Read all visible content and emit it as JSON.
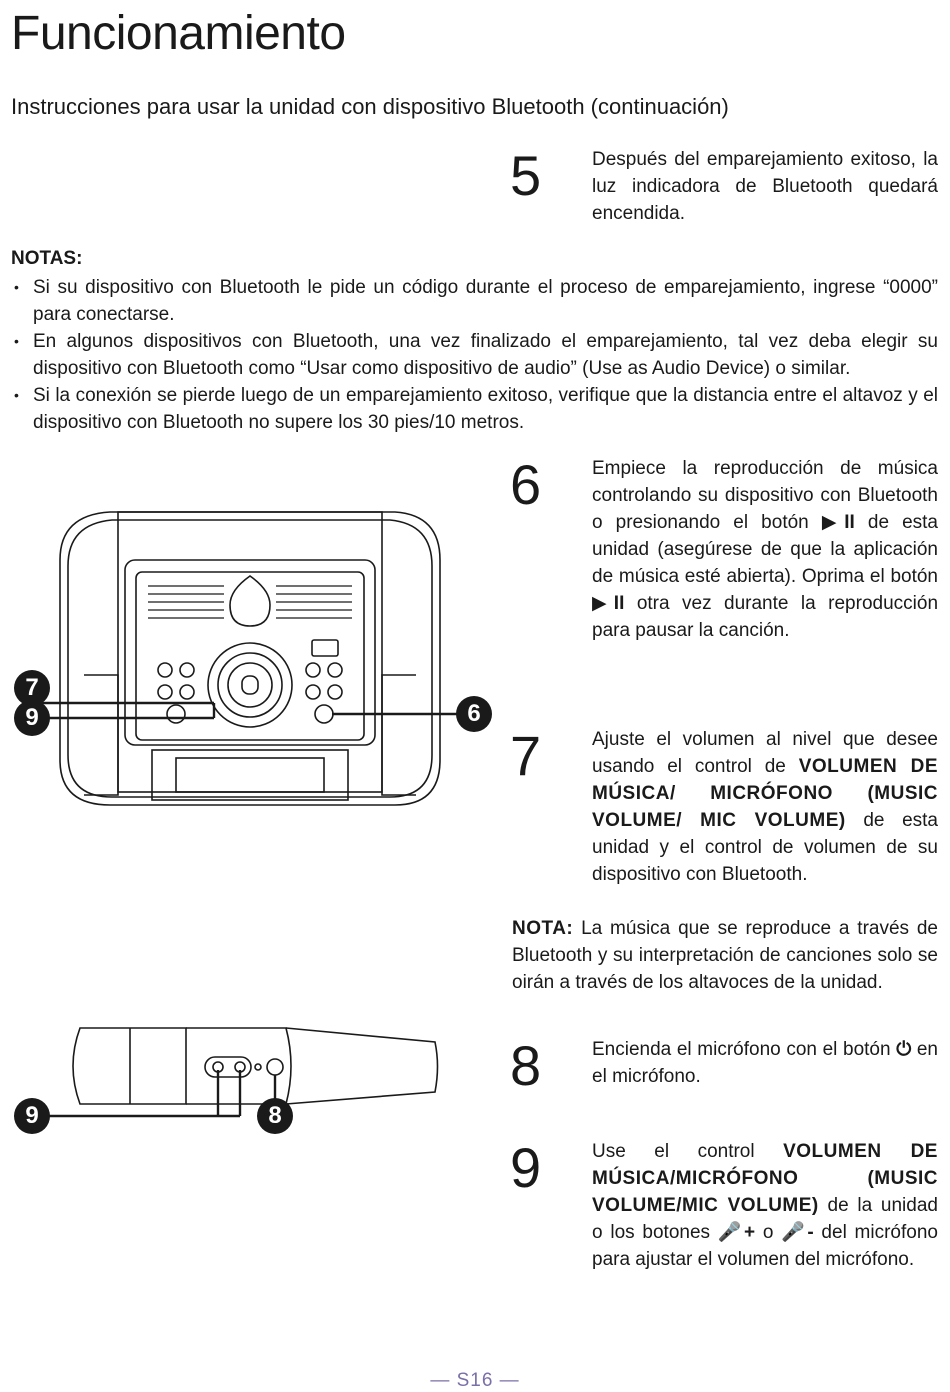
{
  "page": {
    "title": "Funcionamiento",
    "subtitle": "Instrucciones para usar la unidad con dispositivo Bluetooth (continuación)",
    "footer": "— S16 —"
  },
  "steps": {
    "s5": {
      "num": "5",
      "text": "Después del emparejamiento exitoso, la luz indicadora de Bluetooth quedará encendida."
    },
    "s6": {
      "num": "6",
      "t1": "Empiece la reproducción de música controlando su dispositivo con Bluetooth o presionando el botón ",
      "t2": " de esta unidad (asegúrese de que la aplicación de música esté abierta). Oprima el botón ",
      "t3": " otra vez durante la reproducción para pausar la canción.",
      "glyph": "▶II"
    },
    "s7": {
      "num": "7",
      "t1": "Ajuste el volumen al nivel que desee usando el control de ",
      "bold": "VOLUMEN DE MÚSICA/ MICRÓFONO (MUSIC VOLUME/ MIC VOLUME)",
      "t2": " de esta unidad y el control de volumen de su dispositivo con Bluetooth."
    },
    "s8": {
      "num": "8",
      "t1": "Encienda el micrófono con el botón ",
      "glyph": "⏻",
      "t2": " en el micrófono."
    },
    "s9": {
      "num": "9",
      "t1": "Use el control ",
      "bold": "VOLUMEN DE MÚSICA/MICRÓFONO (MUSIC VOLUME/MIC VOLUME)",
      "t2": " de la unidad o los botones ",
      "g1": "🎤+",
      "or": " o ",
      "g2": "🎤-",
      "t3": " del micrófono para ajustar el volumen del micrófono."
    }
  },
  "notes": {
    "heading": "NOTAS:",
    "items": [
      "Si su dispositivo con Bluetooth le pide un código durante el proceso de emparejamiento, ingrese “0000” para conectarse.",
      "En algunos dispositivos con Bluetooth, una vez finalizado el emparejamiento, tal vez deba elegir su dispositivo con Bluetooth como “Usar como dispositivo de audio” (Use as Audio Device) o similar.",
      "Si la conexión se pierde luego de un emparejamiento exitoso, verifique que la distancia entre el altavoz y el dispositivo con Bluetooth no supere los 30 pies/10 metros."
    ]
  },
  "nota7": {
    "label": "NOTA:",
    "text": " La música que se reproduce a través de Bluetooth y su interpretación de canciones solo se oirán a través de los altavoces de la unidad."
  },
  "callouts": {
    "speaker": [
      "7",
      "9",
      "6"
    ],
    "mic": [
      "9",
      "8"
    ]
  }
}
